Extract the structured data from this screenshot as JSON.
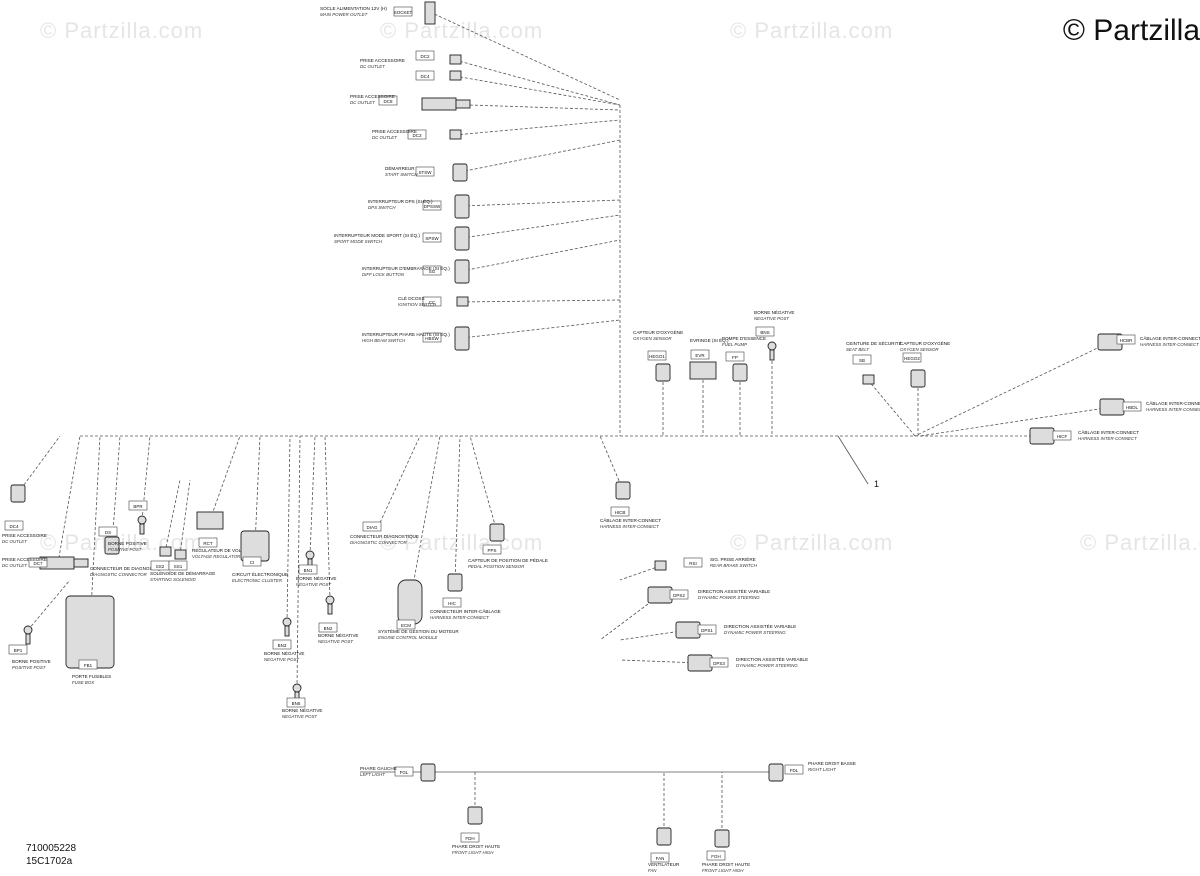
{
  "brand": "© Partzilla",
  "watermark": "© Partzilla.com",
  "drawing_codes": [
    "710005228",
    "15C1702a"
  ],
  "callout": "1",
  "components": [
    {
      "tag": "SOCKET",
      "fr": "SOCLE ALIMENTATION 12V (H)",
      "en": "MAIN POWER OUTLET"
    },
    {
      "tag": "DC2",
      "fr": "PRISE ACCESSOIRE",
      "en": "DC OUTLET"
    },
    {
      "tag": "DC4",
      "fr": "",
      "en": ""
    },
    {
      "tag": "DC8",
      "fr": "PRISE ACCESSOIRE",
      "en": "DC OUTLET"
    },
    {
      "tag": "DC3",
      "fr": "PRISE ACCESSOIRE",
      "en": "DC OUTLET"
    },
    {
      "tag": "STSW",
      "fr": "DÉMARREUR",
      "en": "START SWITCH"
    },
    {
      "tag": "DPSSW",
      "fr": "INTERRUPTEUR DPS (SI ÉQ.)",
      "en": "DPS SWITCH"
    },
    {
      "tag": "SPSW",
      "fr": "INTERRUPTEUR MODE SPORT (SI ÉQ.)",
      "en": "SPORT MODE SWITCH"
    },
    {
      "tag": "SG",
      "fr": "INTERRUPTEUR D'EMBRAYAGE (SI ÉQ.)",
      "en": "DIFF LOCK BUTTON"
    },
    {
      "tag": "CC",
      "fr": "CLÉ DCOSS",
      "en": "IGNITION SWITCH"
    },
    {
      "tag": "HBSW",
      "fr": "INTERRUPTEUR PHARE HAUTE (SI ÉQ.)",
      "en": "HIGH BEAM SWITCH"
    },
    {
      "tag": "HEGO1",
      "fr": "CAPTEUR D'OXYGÈNE",
      "en": "OXYGEN SENSOR"
    },
    {
      "tag": "EVR",
      "fr": "EVRINGE (SI ÉQ.)",
      "en": ""
    },
    {
      "tag": "FP",
      "fr": "POMPE D'ESSENCE",
      "en": "FUEL PUMP"
    },
    {
      "tag": "BNS",
      "fr": "BORNE NÉGATIVE",
      "en": "NEGATIVE POST"
    },
    {
      "tag": "SB",
      "fr": "CEINTURE DE SÉCURITÉ",
      "en": "SEAT BELT"
    },
    {
      "tag": "HEGO2",
      "fr": "CAPTEUR D'OXYGÈNE",
      "en": "OXYGEN SENSOR"
    },
    {
      "tag": "HCBR",
      "fr": "CÂBLAGE INTER-CONNECT",
      "en": "HARNESS INTER-CONNECT"
    },
    {
      "tag": "HBDL",
      "fr": "CÂBLAGE INTER-CONNECT",
      "en": "HARNESS INTER-CONNECT"
    },
    {
      "tag": "HICF",
      "fr": "CÂBLAGE INTER-CONNECT",
      "en": "HARNESS INTER-CONNECT"
    },
    {
      "tag": "DC4",
      "fr": "PRISE ACCESSOIRE",
      "en": "DC OUTLET"
    },
    {
      "tag": "DC7",
      "fr": "PRISE ACCESSOIRE",
      "en": "DC OUTLET"
    },
    {
      "tag": "BP1",
      "fr": "BORNE POSITIVE",
      "en": "POSITIVE POST"
    },
    {
      "tag": "FB1",
      "fr": "PORTE FUSIBLES",
      "en": "FUSE BOX"
    },
    {
      "tag": "DS",
      "fr": "CONNECTEUR DE DIAGNOSTIQUE",
      "en": "DIAGNOSTIC CONNECTOR"
    },
    {
      "tag": "BPR",
      "fr": "BORNE POSITIVE",
      "en": "POSITIVE POST"
    },
    {
      "tag": "SS2",
      "fr": "SOLÉNOÏDE DE DÉMARRAGE",
      "en": "STARTING SOLENOID"
    },
    {
      "tag": "SS1",
      "fr": "",
      "en": ""
    },
    {
      "tag": "RCT",
      "fr": "RÉGULATEUR DE VOLTAGE",
      "en": "VOLTAGE REGULATOR"
    },
    {
      "tag": "CI",
      "fr": "CIRCUIT ÉLECTRONIQUE",
      "en": "ELECTRONIC CLUSTER"
    },
    {
      "tag": "BN1",
      "fr": "BORNE NÉGATIVE",
      "en": "NEGATIVE POST"
    },
    {
      "tag": "BN2",
      "fr": "BORNE NÉGATIVE",
      "en": "NEGATIVE POST"
    },
    {
      "tag": "BN3",
      "fr": "BORNE NÉGATIVE",
      "en": "NEGATIVE POST"
    },
    {
      "tag": "BN5",
      "fr": "BORNE NÉGATIVE",
      "en": "NEGATIVE POST"
    },
    {
      "tag": "DIAG",
      "fr": "CONNECTEUR DIAGNOSTIQUE",
      "en": "DIAGNOSTIC CONNECTOR"
    },
    {
      "tag": "ECM",
      "fr": "SYSTÈME DE GESTION DU MOTEUR",
      "en": "ENGINE CONTROL MODULE"
    },
    {
      "tag": "HIC",
      "fr": "CONNECTEUR INTER-CÂBLAGE",
      "en": "HARNESS INTER-CONNECT"
    },
    {
      "tag": "PPS",
      "fr": "CAPTEUR DE POSITION DE PÉDALE",
      "en": "PEDAL POSITION SENSOR"
    },
    {
      "tag": "HICB",
      "fr": "CÂBLAGE INTER-CONNECT",
      "en": "HARNESS INTER-CONNECT"
    },
    {
      "tag": "RSI",
      "fr": "SIG. PRISE ARRIÈRE",
      "en": "REAR BRAKE SWITCH"
    },
    {
      "tag": "DPS2",
      "fr": "DIRECTION ASSISTÉE VARIABLE",
      "en": "DYNAMIC POWER STEERING"
    },
    {
      "tag": "DPS1",
      "fr": "DIRECTION ASSISTÉE VARIABLE",
      "en": "DYNAMIC POWER STEERING"
    },
    {
      "tag": "DPS3",
      "fr": "DIRECTION ASSISTÉE VARIABLE",
      "en": "DYNAMIC POWER STEERING"
    },
    {
      "tag": "FGL",
      "fr": "PHARE GAUCHE",
      "en": "LEFT LIGHT"
    },
    {
      "tag": "FDL",
      "fr": "PHARE DROIT BASSE",
      "en": "RIGHT LIGHT"
    },
    {
      "tag": "FDH",
      "fr": "PHARE DROIT HAUTE",
      "en": "FRONT LIGHT HIGH"
    },
    {
      "tag": "FAN",
      "fr": "VENTILATEUR",
      "en": "FAN"
    },
    {
      "tag": "FGH",
      "fr": "PHARE DROIT HAUTE",
      "en": "FRONT LIGHT HIGH"
    }
  ]
}
